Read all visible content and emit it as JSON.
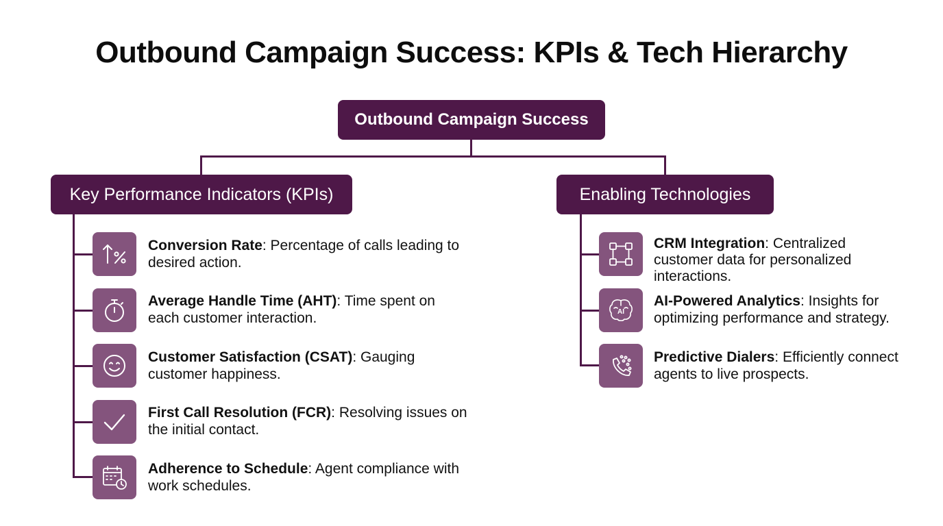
{
  "title": "Outbound Campaign Success: KPIs & Tech Hierarchy",
  "root": {
    "label": "Outbound Campaign Success"
  },
  "colors": {
    "node": "#4e1848",
    "icon_tile": "#84547d",
    "text": "#111111"
  },
  "kpis": {
    "label": "Key Performance Indicators (KPIs)",
    "items": [
      {
        "icon": "percent-up-icon",
        "term": "Conversion Rate",
        "sep": ":",
        "desc": " Percentage of calls leading to desired action."
      },
      {
        "icon": "stopwatch-icon",
        "term": "Average Handle Time (AHT)",
        "sep": ":",
        "desc": " Time spent on each customer interaction."
      },
      {
        "icon": "smiley-icon",
        "term": "Customer Satisfaction (CSAT)",
        "sep": ":",
        "desc": " Gauging customer happiness."
      },
      {
        "icon": "checkmark-icon",
        "term": "First Call Resolution (FCR)",
        "sep": ":",
        "desc": " Resolving issues on the initial contact."
      },
      {
        "icon": "calendar-clock-icon",
        "term": "Adherence to Schedule",
        "sep": ":",
        "desc": " Agent compliance with work schedules."
      }
    ]
  },
  "technologies": {
    "label": "Enabling Technologies",
    "items": [
      {
        "icon": "crm-network-icon",
        "term": "CRM Integration",
        "sep": ":",
        "desc": " Centralized customer data for personalized interactions."
      },
      {
        "icon": "ai-brain-icon",
        "term": "AI-Powered Analytics",
        "sep": ":",
        "desc": " Insights for optimizing performance and strategy."
      },
      {
        "icon": "phone-dialer-icon",
        "term": "Predictive Dialers",
        "sep": ":",
        "desc": " Efficiently connect agents to live prospects."
      }
    ]
  }
}
